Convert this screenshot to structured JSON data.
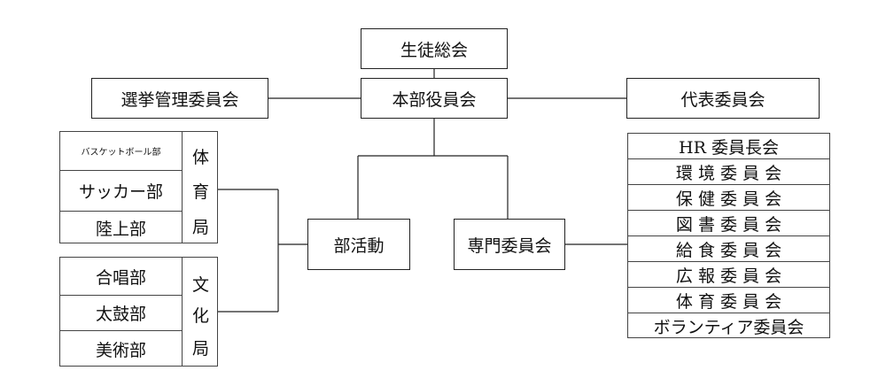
{
  "top": {
    "general_assembly": "生徒総会",
    "executive_board": "本部役員会",
    "election_committee": "選挙管理委員会",
    "representative_committee": "代表委員会"
  },
  "middle": {
    "club_activities": "部活動",
    "special_committees": "専門委員会"
  },
  "sports_bureau": {
    "label_chars": [
      "体",
      "育",
      "局"
    ],
    "clubs": [
      "バスケットボール部",
      "サッカー部",
      "陸上部"
    ]
  },
  "culture_bureau": {
    "label_chars": [
      "文",
      "化",
      "局"
    ],
    "clubs": [
      "合唱部",
      "太鼓部",
      "美術部"
    ]
  },
  "committees": [
    "HR 委員長会",
    "環 境 委 員 会",
    "保 健 委 員 会",
    "図 書 委 員 会",
    "給 食 委 員 会",
    "広 報 委 員 会",
    "体 育 委 員 会",
    "ボランティア委員会"
  ]
}
